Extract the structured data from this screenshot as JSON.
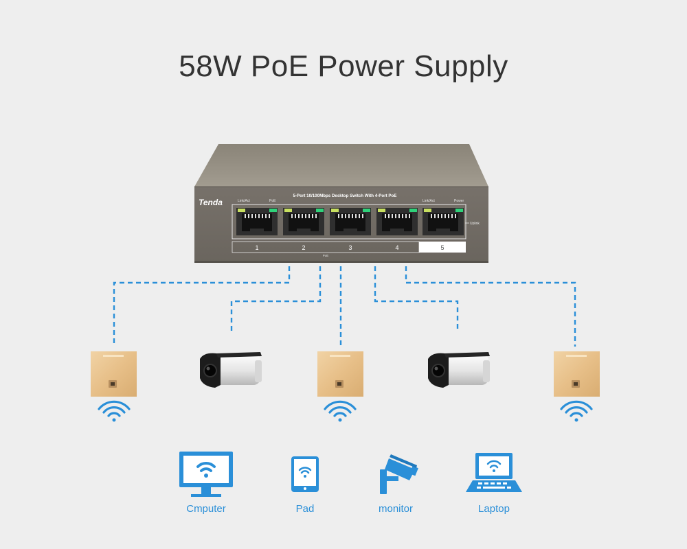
{
  "title": "58W PoE Power Supply",
  "switch": {
    "brand": "Tenda",
    "model_text": "5-Port  10/100Mbps Desktop Switch With 4-Port PoE",
    "label_link_left": "Link/Act",
    "label_poe": "PoE",
    "label_link_right": "Link/Act",
    "label_power": "Power",
    "label_uplink": "Uplink",
    "bar_poe_label": "PoE",
    "ports": [
      {
        "number": "1"
      },
      {
        "number": "2"
      },
      {
        "number": "3"
      },
      {
        "number": "4"
      },
      {
        "number": "5"
      }
    ]
  },
  "powered_devices": [
    {
      "type": "access-point"
    },
    {
      "type": "camera"
    },
    {
      "type": "access-point"
    },
    {
      "type": "camera"
    },
    {
      "type": "access-point"
    }
  ],
  "client_devices": [
    {
      "icon": "computer-icon",
      "label": "Cmputer"
    },
    {
      "icon": "pad-icon",
      "label": "Pad"
    },
    {
      "icon": "monitor-camera-icon",
      "label": "monitor"
    },
    {
      "icon": "laptop-icon",
      "label": "Laptop"
    }
  ],
  "colors": {
    "background": "#eeeeee",
    "switch_body": "#7a746a",
    "link_line": "#2a8fd8",
    "icon_blue": "#2a8fd8",
    "ap_gold": "#e8c08a",
    "led_green": "#2fd27a",
    "led_yellow": "#c8e060"
  }
}
